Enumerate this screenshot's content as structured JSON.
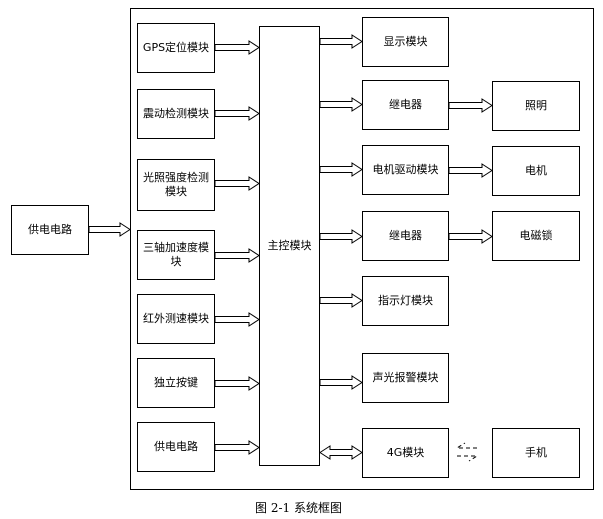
{
  "supply_left": "供电电路",
  "inputs": {
    "gps": "GPS定位模块",
    "vibration": "震动检测模块",
    "light_sensor": "光照强度检测模块",
    "accel": "三轴加速度模块",
    "ir_speed": "红外测速模块",
    "key": "独立按键",
    "power": "供电电路"
  },
  "main_controller": "主控模块",
  "outputs": {
    "display": "显示模块",
    "relay1": "继电器",
    "motor_driver": "电机驱动模块",
    "relay2": "继电器",
    "indicator": "指示灯模块",
    "alarm": "声光报警模块",
    "module_4g": "4G模块"
  },
  "devices": {
    "lighting": "照明",
    "motor": "电机",
    "lock": "电磁锁",
    "phone": "手机"
  },
  "caption": "图 2-1  系统框图"
}
